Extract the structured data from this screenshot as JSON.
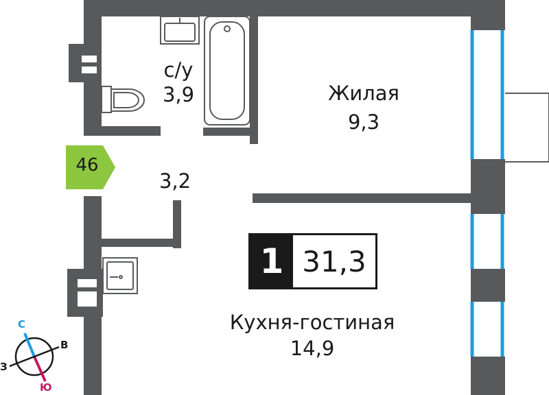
{
  "apartment_number": "46",
  "rooms": [
    {
      "key": "bathroom",
      "name": "с/у",
      "area": "3,9"
    },
    {
      "key": "living",
      "name": "Жилая",
      "area": "9,3"
    },
    {
      "key": "hall",
      "name": "",
      "area": "3,2"
    },
    {
      "key": "kitchen",
      "name": "Кухня-гостиная",
      "area": "14,9"
    }
  ],
  "unit": {
    "rooms_count": "1",
    "total_area": "31,3"
  },
  "compass": {
    "north": "С",
    "south": "Ю",
    "west": "З",
    "east": "В"
  },
  "colors": {
    "wall": "#58595b",
    "window": "#1e9de0",
    "badge": "#8dc63f",
    "north": "#1e9de0",
    "south": "#c4185c",
    "text": "#1a1a1a"
  }
}
